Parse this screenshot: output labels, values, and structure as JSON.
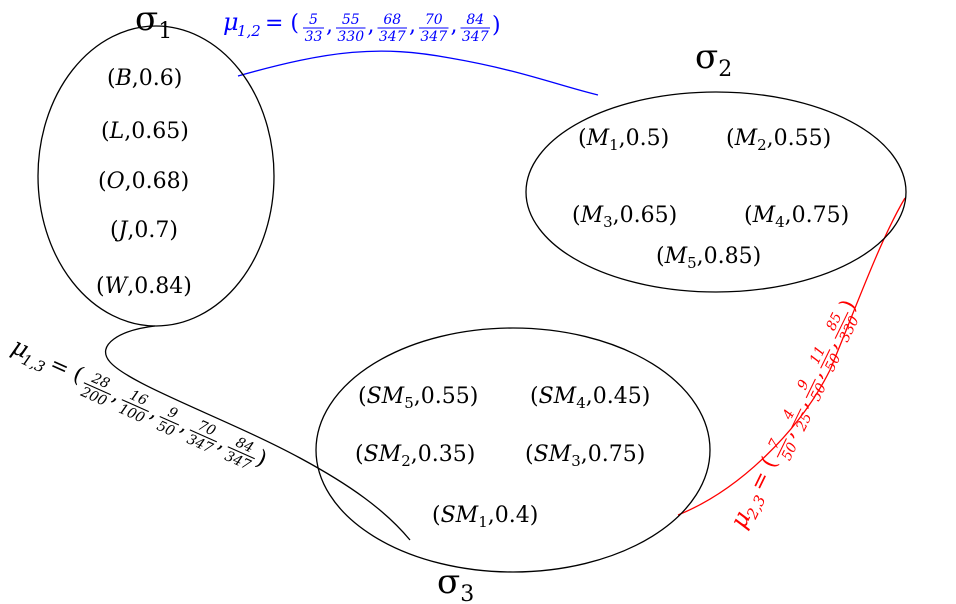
{
  "colors": {
    "mu_1_2": "#0000ff",
    "mu_1_3": "#000000",
    "mu_2_3": "#ff0000"
  },
  "nodes": {
    "sigma1": {
      "label_sym": "σ",
      "label_sub": "1",
      "items": [
        {
          "name": "B",
          "sub": "",
          "value": "0.6"
        },
        {
          "name": "L",
          "sub": "",
          "value": "0.65"
        },
        {
          "name": "O",
          "sub": "",
          "value": "0.68"
        },
        {
          "name": "J",
          "sub": "",
          "value": "0.7"
        },
        {
          "name": "W",
          "sub": "",
          "value": "0.84"
        }
      ]
    },
    "sigma2": {
      "label_sym": "σ",
      "label_sub": "2",
      "items": [
        {
          "name": "M",
          "sub": "1",
          "value": "0.5"
        },
        {
          "name": "M",
          "sub": "2",
          "value": "0.55"
        },
        {
          "name": "M",
          "sub": "3",
          "value": "0.65"
        },
        {
          "name": "M",
          "sub": "4",
          "value": "0.75"
        },
        {
          "name": "M",
          "sub": "5",
          "value": "0.85"
        }
      ]
    },
    "sigma3": {
      "label_sym": "σ",
      "label_sub": "3",
      "items": [
        {
          "name": "SM",
          "sub": "5",
          "value": "0.55"
        },
        {
          "name": "SM",
          "sub": "4",
          "value": "0.45"
        },
        {
          "name": "SM",
          "sub": "2",
          "value": "0.35"
        },
        {
          "name": "SM",
          "sub": "3",
          "value": "0.75"
        },
        {
          "name": "SM",
          "sub": "1",
          "value": "0.4"
        }
      ]
    }
  },
  "edges": {
    "mu_1_2": {
      "sym": "μ",
      "sub": "1,2",
      "fractions": [
        {
          "num": "5",
          "den": "33"
        },
        {
          "num": "55",
          "den": "330"
        },
        {
          "num": "68",
          "den": "347"
        },
        {
          "num": "70",
          "den": "347"
        },
        {
          "num": "84",
          "den": "347"
        }
      ]
    },
    "mu_1_3": {
      "sym": "μ",
      "sub": "1,3",
      "fractions": [
        {
          "num": "28",
          "den": "200"
        },
        {
          "num": "16",
          "den": "100"
        },
        {
          "num": "9",
          "den": "50"
        },
        {
          "num": "70",
          "den": "347"
        },
        {
          "num": "84",
          "den": "347"
        }
      ]
    },
    "mu_2_3": {
      "sym": "μ",
      "sub": "2,3",
      "fractions": [
        {
          "num": "7",
          "den": "50"
        },
        {
          "num": "4",
          "den": "25"
        },
        {
          "num": "9",
          "den": "50"
        },
        {
          "num": "11",
          "den": "50"
        },
        {
          "num": "85",
          "den": "330"
        }
      ]
    }
  }
}
